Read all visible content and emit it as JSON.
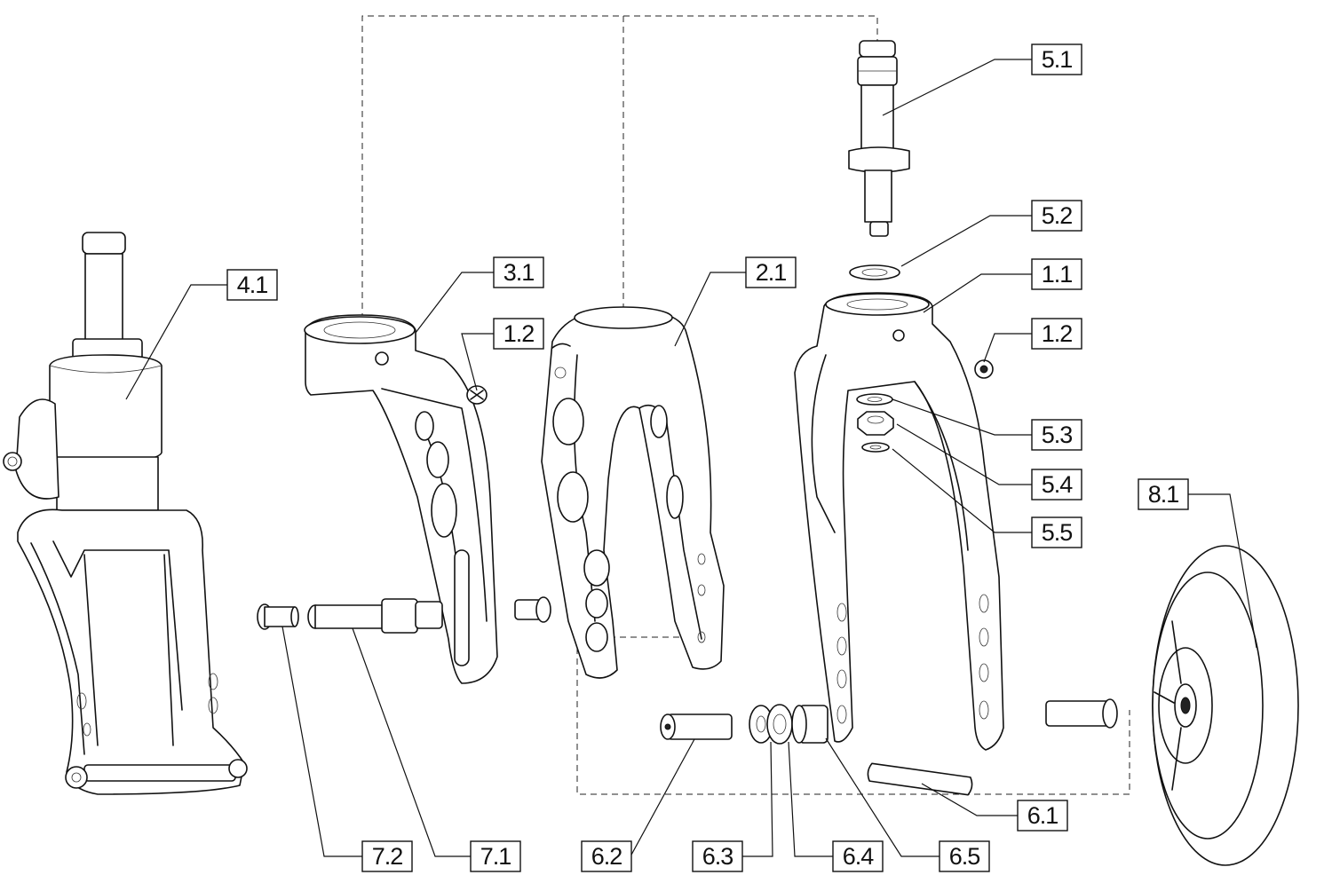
{
  "callouts": {
    "c_5_1": "5.1",
    "c_5_2": "5.2",
    "c_1_1": "1.1",
    "c_1_2_right": "1.2",
    "c_5_3": "5.3",
    "c_5_4": "5.4",
    "c_5_5": "5.5",
    "c_8_1": "8.1",
    "c_4_1": "4.1",
    "c_3_1": "3.1",
    "c_1_2_left": "1.2",
    "c_2_1": "2.1",
    "c_6_1": "6.1",
    "c_7_2": "7.2",
    "c_7_1": "7.1",
    "c_6_2": "6.2",
    "c_6_3": "6.3",
    "c_6_4": "6.4",
    "c_6_5": "6.5"
  },
  "colors": {
    "line": "#111111",
    "background": "#ffffff"
  }
}
